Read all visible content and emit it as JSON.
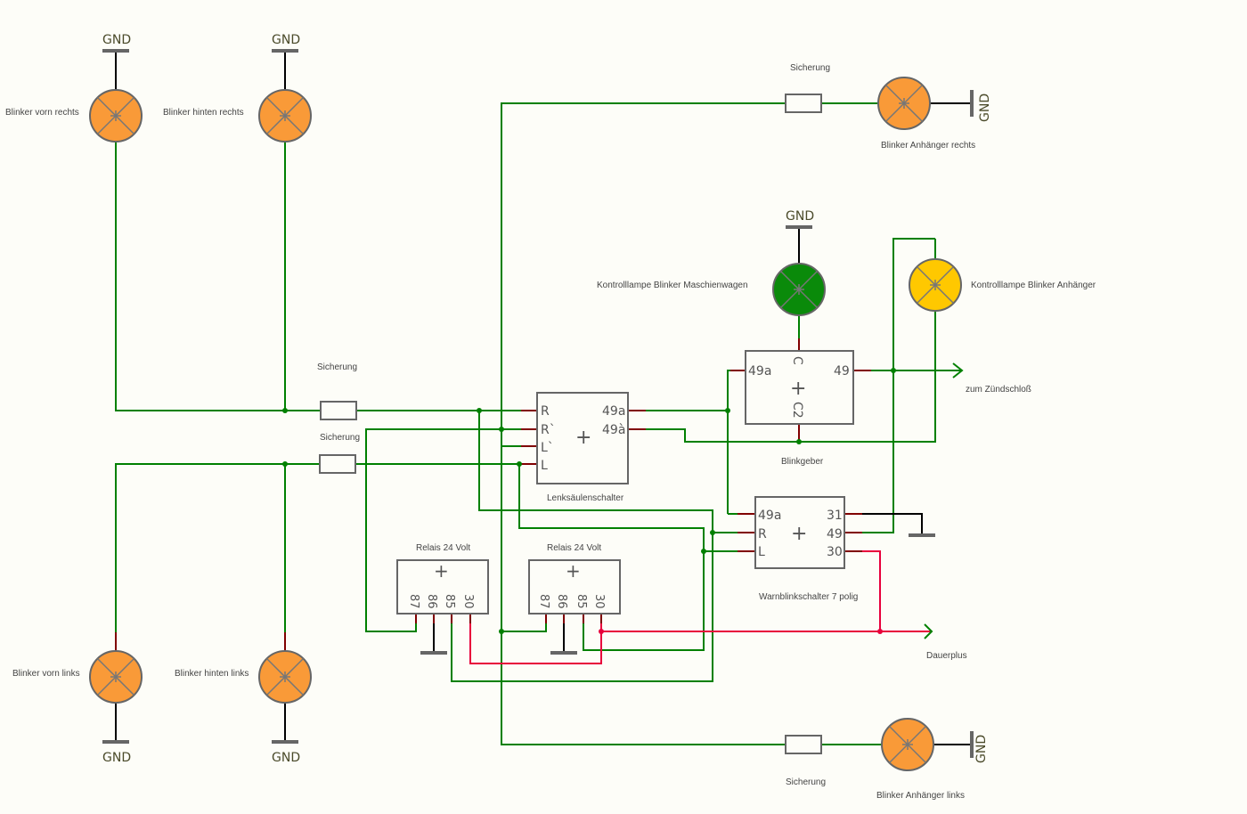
{
  "diagram": {
    "title": "",
    "gnd_label": "GND",
    "lamps": [
      {
        "id": "front-right",
        "label": "Blinker vorn rechts",
        "color": "#f99a38"
      },
      {
        "id": "rear-right",
        "label": "Blinker hinten rechts",
        "color": "#f99a38"
      },
      {
        "id": "front-left",
        "label": "Blinker vorn links",
        "color": "#f99a38"
      },
      {
        "id": "rear-left",
        "label": "Blinker hinten links",
        "color": "#f99a38"
      },
      {
        "id": "trailer-right",
        "label": "Blinker Anhänger rechts",
        "color": "#f99a38"
      },
      {
        "id": "trailer-left",
        "label": "Blinker Anhänger links",
        "color": "#f99a38"
      },
      {
        "id": "indicator-tractor",
        "label": "Kontrolllampe Blinker Maschienwagen",
        "color": "#0a8a0a"
      },
      {
        "id": "indicator-trailer",
        "label": "Kontrolllampe Blinker Anhänger",
        "color": "#ffc800"
      }
    ],
    "fuses": [
      {
        "id": "fuse-trailer-right",
        "label": "Sicherung"
      },
      {
        "id": "fuse-right",
        "label": "Sicherung"
      },
      {
        "id": "fuse-left",
        "label": "Sicherung"
      },
      {
        "id": "fuse-trailer-left",
        "label": "Sicherung"
      }
    ],
    "components": {
      "column_switch": {
        "label": "Lenksäulenschalter",
        "pins_left": [
          "R",
          "R`",
          "L`",
          "L"
        ],
        "pins_right": [
          "49a",
          "49à"
        ]
      },
      "flasher": {
        "label": "Blinkgeber",
        "pin_left": "49a",
        "pin_right": "49",
        "pin_top": "C",
        "pin_bottom": "C2"
      },
      "hazard_switch": {
        "label": "Warnblinkschalter 7 polig",
        "pins_left": [
          "49a",
          "R",
          "L"
        ],
        "pins_right": [
          "31",
          "49",
          "30"
        ]
      },
      "relay1": {
        "label": "Relais 24 Volt",
        "pins": [
          "87",
          "86",
          "85",
          "30"
        ]
      },
      "relay2": {
        "label": "Relais 24 Volt",
        "pins": [
          "87",
          "86",
          "85",
          "30"
        ]
      }
    },
    "arrows": [
      {
        "id": "ignition",
        "label": "zum Zündschloß"
      },
      {
        "id": "permanent-plus",
        "label": "Dauerplus"
      }
    ],
    "plus_symbol": "+"
  }
}
